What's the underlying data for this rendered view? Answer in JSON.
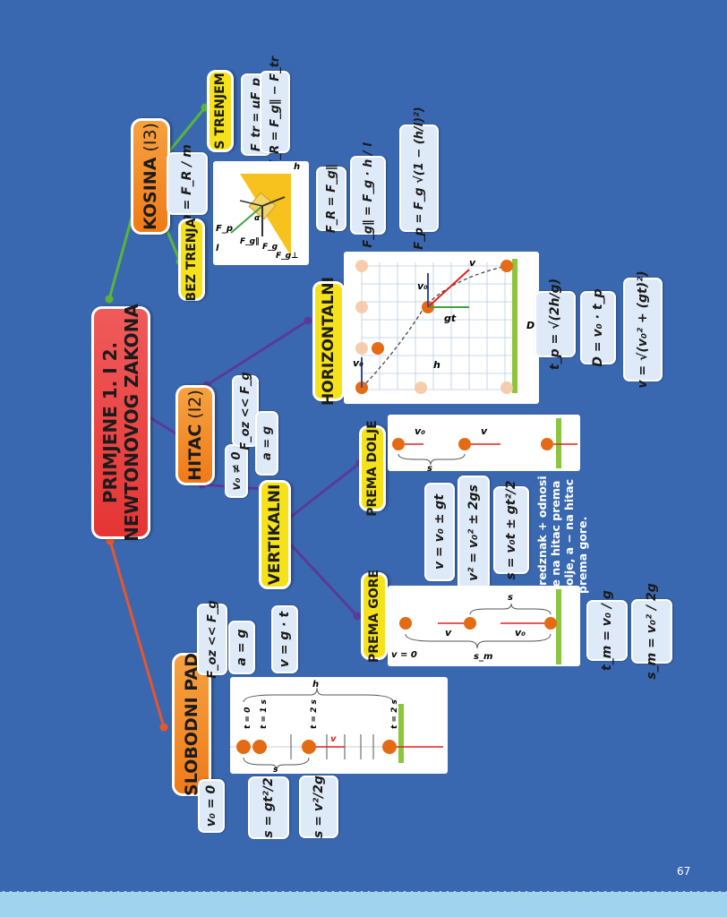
{
  "root": {
    "line1": "PRIMJENE 1. I 2.",
    "line2": "NEWTONOVOG ZAKONA"
  },
  "kosina": {
    "title": "KOSINA",
    "number": "(I3)",
    "accel": "a = F_R / m",
    "s_trenjem": {
      "label": "S TRENJEM",
      "f1": "F_tr = μF_p",
      "f2": "F_R = F_g∥ − F_tr"
    },
    "bez_trenja": {
      "label": "BEZ TRENJA",
      "f1": "F_R = F_g∥",
      "f2": "F_g∥ = F_g · h / l",
      "f3": "F_p = F_g √(1 − (h/l)²)"
    },
    "figure_labels": {
      "fp": "F_p",
      "fg_par": "F_g∥",
      "fg_perp": "F_g⊥",
      "fg": "F_g",
      "h": "h",
      "l": "l",
      "alpha": "α"
    }
  },
  "hitac": {
    "title": "HITAC",
    "number": "(I2)",
    "cond1": "v₀ ≠ 0",
    "cond2": "F_oz << F_g",
    "cond3": "a = g",
    "horizontalni": {
      "label": "HORIZONTALNI",
      "f1": "t_p = √(2h/g)",
      "f2": "D = v₀ · t_p",
      "f3": "v = √(v₀² + (gt)²)",
      "figure_labels": {
        "v0": "v₀",
        "v": "v",
        "gt": "gt",
        "h": "h",
        "d": "D"
      }
    },
    "vertikalni": {
      "label": "VERTIKALNI",
      "f1": "v = v₀ ± gt",
      "f2": "v² = v₀² ± 2gs",
      "f3": "s = v₀t ± gt²/2",
      "note": "Predznak + odnosi se na hitac prema dolje, a − na hitac prema gore.",
      "prema_dolje": {
        "label": "PREMA DOLJE",
        "v0": "v₀",
        "v": "v",
        "s": "s"
      },
      "prema_gore": {
        "label": "PREMA GORE",
        "v_zero": "v = 0",
        "v": "v",
        "v0": "v₀",
        "s": "s",
        "sm": "s_m",
        "f1": "t_m = v₀ / g",
        "f2": "s_m = v₀² / 2g"
      }
    }
  },
  "slobodni_pad": {
    "title": "SLOBODNI PAD",
    "f1": "F_oz << F_g",
    "f2": "a = g",
    "f3": "v = g · t",
    "f4": "v₀ = 0",
    "f5": "s = gt²/2",
    "f6": "s = v²/2g",
    "figure_labels": {
      "t0": "t = 0",
      "t1": "t = 1 s",
      "t2a": "t = 2 s",
      "t2b": "t = 2 s",
      "h": "h",
      "s": "s",
      "v": "v"
    }
  },
  "page_number": "67",
  "colors": {
    "background": "#3a68b0",
    "root": "#e53535",
    "level1": "#f07a18",
    "level2": "#f6e21a",
    "formula": "#dfeaf8",
    "line_green": "#5ab43c",
    "line_purple": "#5a3a98",
    "line_orange": "#e8562a"
  }
}
